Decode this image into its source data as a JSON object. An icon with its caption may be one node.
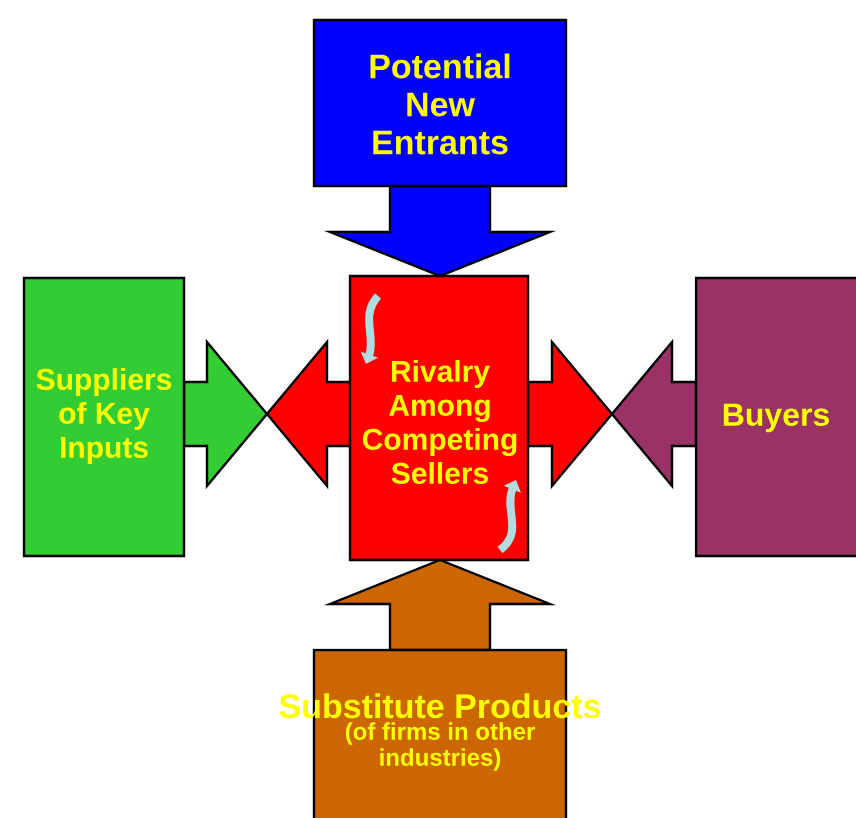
{
  "diagram": {
    "nodes": [
      {
        "text": [
          "Potential New Entrants"
        ]
      },
      {
        "text": [
          "Suppliers of Key Inputs"
        ]
      },
      {
        "text": [
          "Rivalry Among Competing Sellers"
        ]
      },
      {
        "text": [
          "Buyers"
        ]
      },
      {
        "text": [
          "Substitute Products",
          "(of firms in other industries)"
        ]
      }
    ],
    "edges": [
      {
        "from": 0,
        "to": 2,
        "arrow": "to"
      },
      {
        "from": 1,
        "to": 2,
        "arrow": "to"
      },
      {
        "from": 2,
        "to": 1,
        "arrow": "to"
      },
      {
        "from": 2,
        "to": 3,
        "arrow": "to"
      },
      {
        "from": 3,
        "to": 2,
        "arrow": "to"
      },
      {
        "from": 4,
        "to": 2,
        "arrow": "to"
      }
    ]
  }
}
